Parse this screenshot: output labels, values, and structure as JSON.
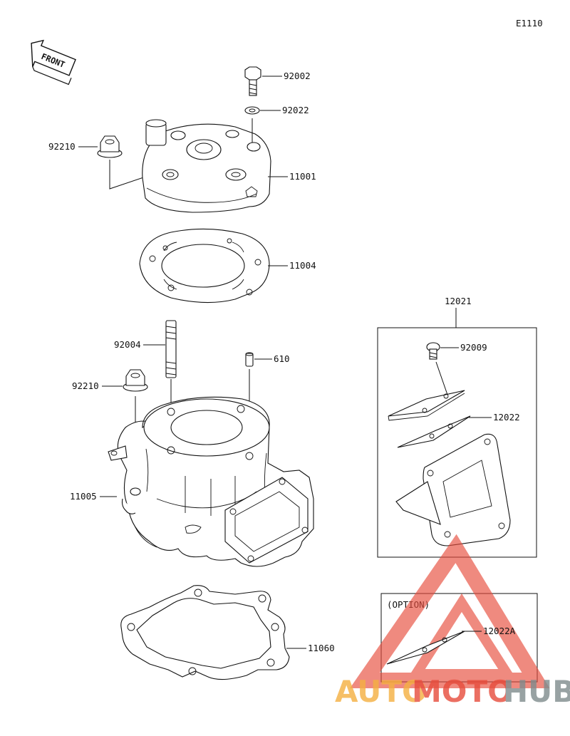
{
  "diagram_code": "E1110",
  "front_label": "FRONT",
  "parts": {
    "cap_bolt": "92002",
    "washer": "92022",
    "nut_upper": "92210",
    "cylinder_head": "11001",
    "head_gasket": "11004",
    "stud": "92004",
    "dowel_pin": "610",
    "nut_lower": "92210",
    "cylinder": "11005",
    "base_gasket": "11060",
    "reed_valve_assy": "12021",
    "reed_screw": "92009",
    "reed_petal": "12022",
    "option_reed": "12022A"
  },
  "option_label": "(OPTION)",
  "watermark": {
    "part1": "AUTO",
    "part2": "MOTO",
    "part3": "HUB",
    "color_orange": "#f5b041",
    "color_red": "#e74c3c",
    "color_gray": "#7f8c8d"
  }
}
